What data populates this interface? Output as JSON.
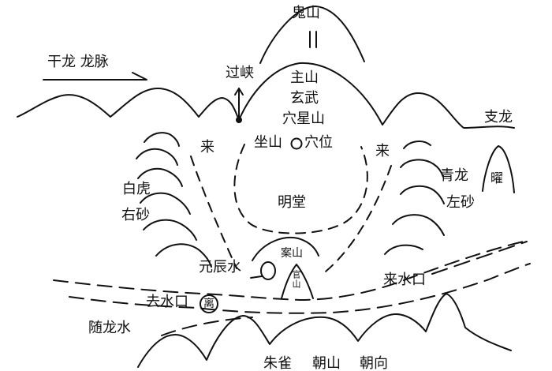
{
  "labels": {
    "gui_shan": "鬼山",
    "gan_long_mai": "干龙   龙脉",
    "guo_xia": "过峡",
    "zhu_shan": "主山",
    "xuan_wu": "玄武",
    "xue_xing_shan": "穴星山",
    "zuo_shan": "坐山",
    "xue_wei": "穴位",
    "zhi_long": "支龙",
    "lai_left": "来",
    "lai_right": "来",
    "bai_hu": "白虎",
    "you_sha": "右砂",
    "qing_long": "青龙",
    "zuo_sha": "左砂",
    "yao": "曜",
    "ming_tang": "明堂",
    "an_shan": "案山",
    "guan_shan": "官山",
    "yuan_chen_shui": "元辰水",
    "qu_shui_kou": "去水口",
    "li": "离",
    "lai_shui_kou": "来水口",
    "sui_long_shui": "随龙水",
    "zhu_que": "朱雀",
    "chao_shan": "朝山",
    "chao_xiang": "朝向"
  },
  "colors": {
    "ink": "#111111",
    "paper": "#ffffff"
  }
}
